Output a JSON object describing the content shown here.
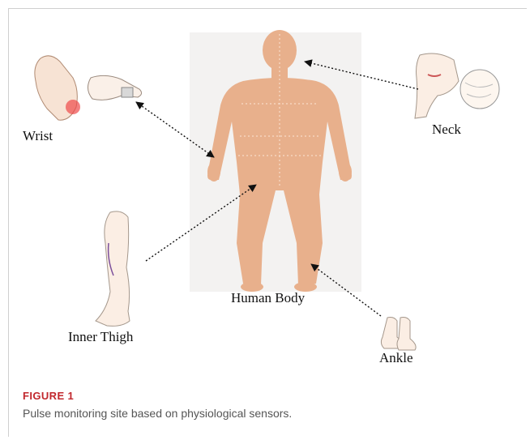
{
  "labels": {
    "wrist": "Wrist",
    "neck": "Neck",
    "human_body": "Human Body",
    "inner_thigh": "Inner Thigh",
    "ankle": "Ankle"
  },
  "caption": {
    "title": "FIGURE 1",
    "text": "Pulse monitoring site based on physiological sensors."
  },
  "colors": {
    "skin": "#e8b08c",
    "body_bg": "#f3f2f1",
    "caption_title": "#c1272d",
    "arrow": "#111111"
  }
}
